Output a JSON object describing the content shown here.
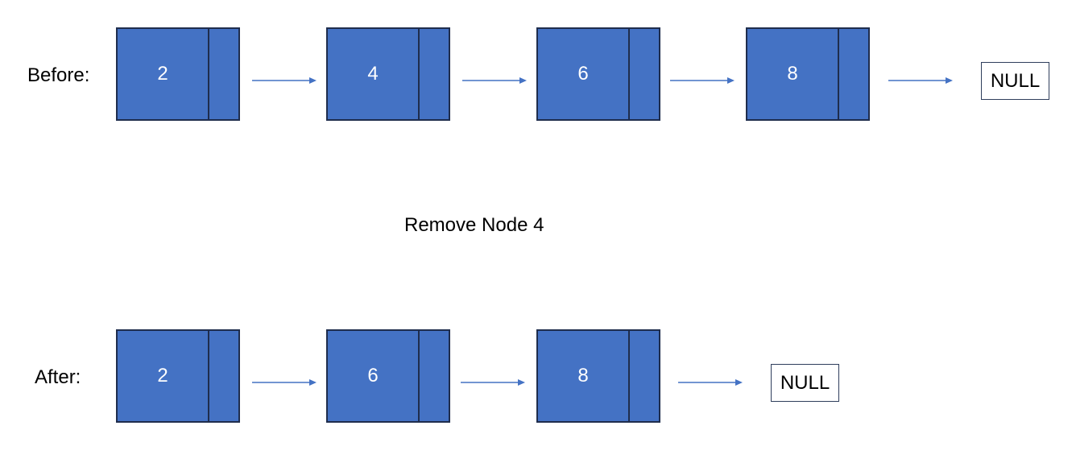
{
  "before": {
    "label": "Before:",
    "nodes": [
      "2",
      "4",
      "6",
      "8"
    ],
    "null_label": "NULL"
  },
  "operation": {
    "label": "Remove Node 4"
  },
  "after": {
    "label": "After:",
    "nodes": [
      "2",
      "6",
      "8"
    ],
    "null_label": "NULL"
  },
  "colors": {
    "node_fill": "#4472c4",
    "node_border": "#1f2d4d",
    "arrow": "#4472c4"
  }
}
